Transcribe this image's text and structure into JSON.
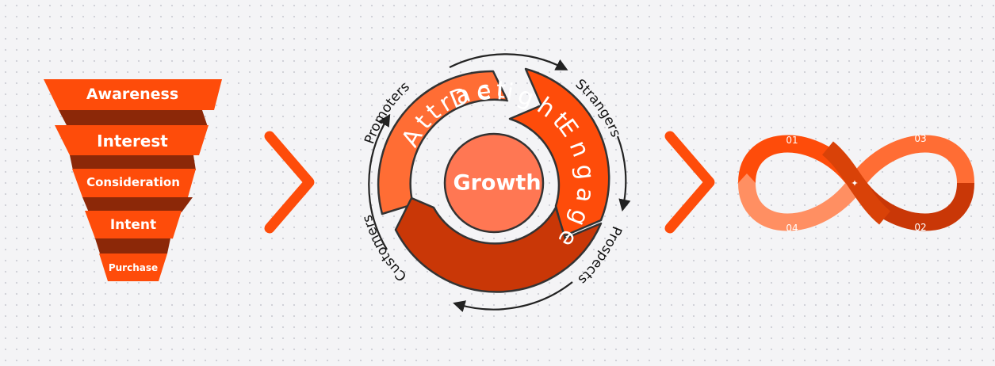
{
  "funnel": {
    "stages": [
      "Awareness",
      "Interest",
      "Consideration",
      "Intent",
      "Purchase"
    ]
  },
  "flywheel": {
    "center": "Growth",
    "phases": [
      "Attract",
      "Engage",
      "Delight"
    ],
    "cycle": [
      "Strangers",
      "Prospects",
      "Customers",
      "Promoters"
    ]
  },
  "infinity_loop": {
    "numbers": [
      "01",
      "02",
      "03",
      "04"
    ]
  },
  "colors": {
    "primary_orange": "#fe4c0a",
    "mid_orange": "#ff6d34",
    "light_orange": "#ff8f62",
    "dark_orange": "#c93707",
    "shadow_brown": "#8c2808",
    "growth_fill": "#ff7753",
    "wheel_outline": "#333333"
  },
  "icons": [
    "chevron-right-icon",
    "sparkle-icon"
  ]
}
